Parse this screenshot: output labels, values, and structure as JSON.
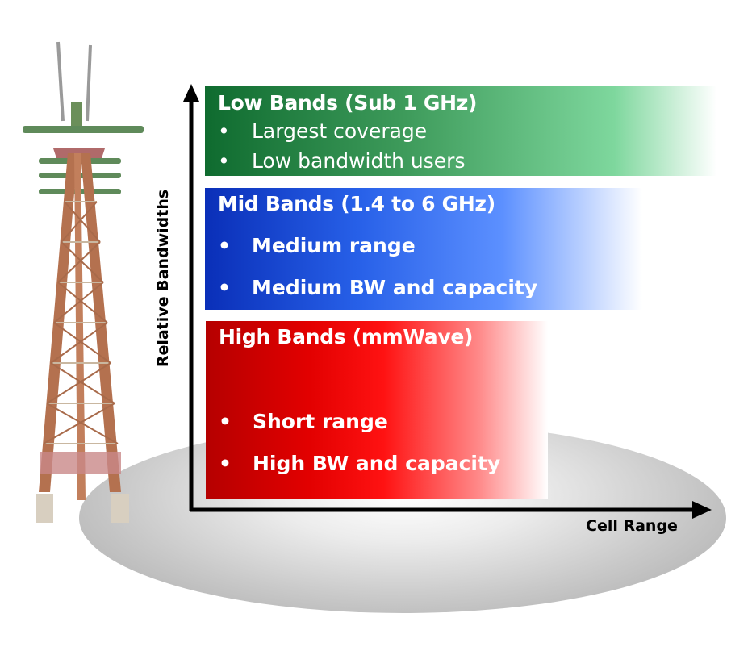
{
  "axes": {
    "y_label": "Relative Bandwidths",
    "x_label": "Cell Range"
  },
  "bands": {
    "low": {
      "title": "Low Bands (Sub 1 GHz)",
      "items": [
        "Largest coverage",
        "Low bandwidth users"
      ],
      "color": "#1f7a3e"
    },
    "mid": {
      "title": "Mid Bands (1.4 to 6 GHz)",
      "items": [
        "Medium range",
        "Medium BW and capacity"
      ],
      "color": "#1446d4"
    },
    "high": {
      "title": "High Bands (mmWave)",
      "items": [
        "Short range",
        "High BW and capacity"
      ],
      "color": "#e00000"
    }
  },
  "bullet": "•",
  "illustration": "cell-tower-icon"
}
